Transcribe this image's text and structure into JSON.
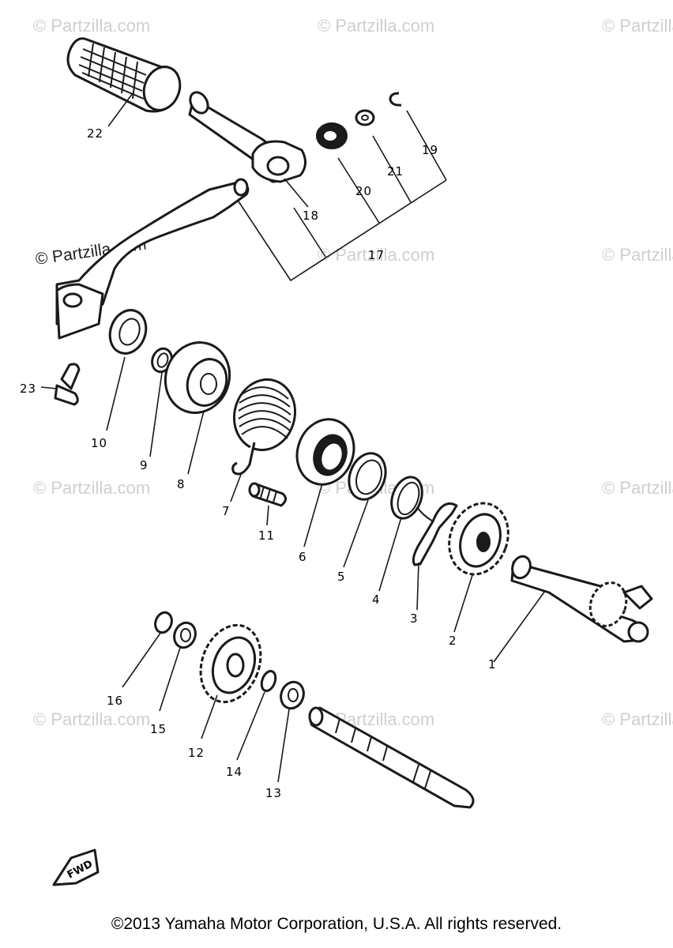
{
  "watermark": "© Partzilla.com",
  "watermark_dark": "© Partzilla.com",
  "fwd_label": "FWD",
  "copyright": "©2013 Yamaha Motor Corporation, U.S.A. All rights reserved.",
  "labels": {
    "p1": "1",
    "p2": "2",
    "p3": "3",
    "p4": "4",
    "p5": "5",
    "p6": "6",
    "p7": "7",
    "p8": "8",
    "p9": "9",
    "p10": "10",
    "p11": "11",
    "p12": "12",
    "p13": "13",
    "p14": "14",
    "p15": "15",
    "p16": "16",
    "p17": "17",
    "p18": "18",
    "p19": "19",
    "p20": "20",
    "p21": "21",
    "p22": "22",
    "p23": "23"
  }
}
